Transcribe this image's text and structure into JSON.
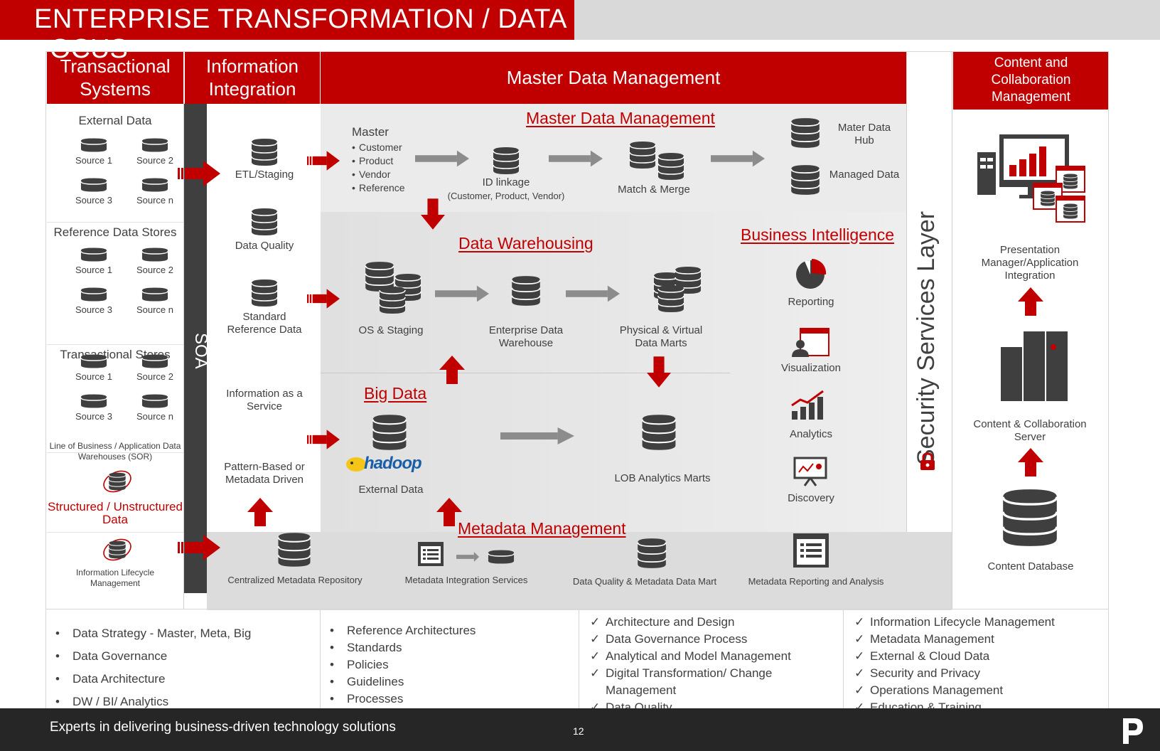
{
  "title": {
    "line1": "ENTERPRISE TRANSFORMATION /  DATA",
    "overflow": "OCUS"
  },
  "headers": {
    "transactional": "Transactional Systems",
    "integration": "Information Integration",
    "mdm": "Master Data Management",
    "content": "Content and Collaboration Management"
  },
  "transactional": {
    "external_title": "External Data",
    "reference_title": "Reference Data Stores",
    "stores_title": "Transactional Stores",
    "sources": [
      "Source 1",
      "Source 2",
      "Source 3",
      "Source n"
    ],
    "lob": "Line of Business / Application Data Warehouses (SOR)",
    "structured": "Structured / Unstructured Data",
    "ilm": "Information Lifecycle Management"
  },
  "soa": "SOA",
  "integration": {
    "etl": "ETL/Staging",
    "quality": "Data Quality",
    "standard_ref": "Standard Reference Data",
    "iaas": "Information as a Service",
    "pattern": "Pattern-Based or Metadata Driven"
  },
  "mdm": {
    "section_title": "Master Data Management",
    "master_label": "Master",
    "master_items": [
      "Customer",
      "Product",
      "Vendor",
      "Reference"
    ],
    "id_linkage": "ID linkage",
    "id_linkage_sub": "(Customer, Product, Vendor)",
    "match_merge": "Match & Merge",
    "hub": "Mater Data Hub",
    "managed": "Managed Data"
  },
  "dw": {
    "section_title": "Data Warehousing",
    "os_staging": "OS & Staging",
    "edw": "Enterprise Data Warehouse",
    "marts": "Physical & Virtual Data Marts"
  },
  "bi": {
    "section_title": "Business Intelligence",
    "reporting": "Reporting",
    "visualization": "Visualization",
    "analytics": "Analytics",
    "discovery": "Discovery"
  },
  "bigdata": {
    "section_title": "Big Data",
    "hadoop": "hadoop",
    "external": "External Data",
    "lob_marts": "LOB Analytics Marts"
  },
  "metadata": {
    "section_title": "Metadata Management",
    "repo": "Centralized Metadata Repository",
    "integration": "Metadata Integration Services",
    "quality_mart": "Data Quality & Metadata Data Mart",
    "reporting": "Metadata Reporting and Analysis"
  },
  "security": "Security Services Layer",
  "content": {
    "presentation": "Presentation Manager/Application Integration",
    "server": "Content & Collaboration Server",
    "database": "Content Database"
  },
  "bottom": {
    "col1": [
      "Data Strategy - Master, Meta, Big",
      "Data Governance",
      "Data Architecture",
      "DW / BI/ Analytics"
    ],
    "col2": [
      "Reference Architectures",
      "Standards",
      "Policies",
      "Guidelines",
      "Processes"
    ],
    "col3": [
      "Architecture and Design",
      "Data Governance Process",
      "Analytical and Model Management",
      "Digital Transformation/ Change Management",
      "Data Quality"
    ],
    "col4": [
      "Information Lifecycle Management",
      "Metadata Management",
      "External & Cloud Data",
      "Security and Privacy",
      "Operations Management",
      "Education & Training"
    ]
  },
  "footer": {
    "tagline": "Experts in delivering business-driven technology solutions",
    "page": "12"
  },
  "colors": {
    "accent": "#c00000",
    "dark": "#3f3f3f",
    "panel": "#e4e4e4",
    "arrow_gray": "#8c8c8c"
  }
}
